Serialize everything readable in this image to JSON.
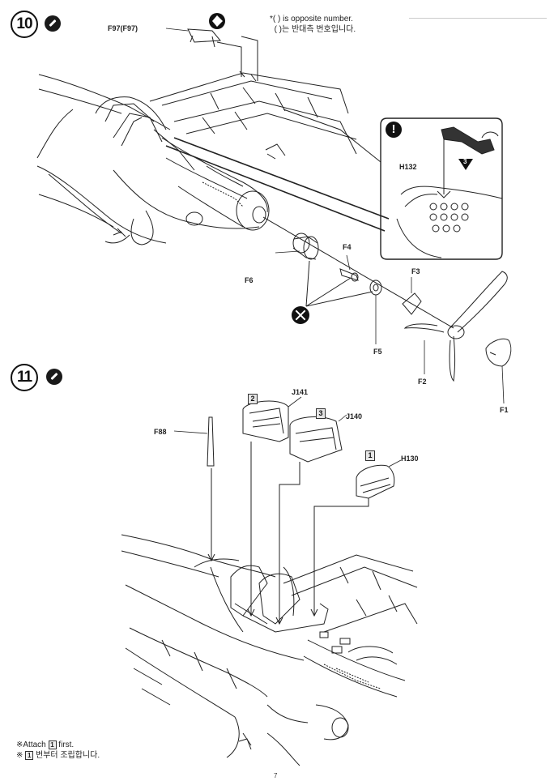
{
  "step10": {
    "number": "10",
    "note_line1": "( ) is opposite number.",
    "note_line1_prefix": "*",
    "note_line2": "( )는 반대측 번호입니다.",
    "parts": {
      "f97": "F97(F97)",
      "h132": "H132",
      "f4": "F4",
      "f3": "F3",
      "f6": "F6",
      "f5": "F5",
      "f2": "F2",
      "f1": "F1"
    },
    "inset_mark": "3"
  },
  "step11": {
    "number": "11",
    "parts": {
      "j141": "J141",
      "j140": "J140",
      "f88": "F88",
      "h130": "H130"
    },
    "order_labels": {
      "j141": "2",
      "j140": "3",
      "h130": "1"
    },
    "note_en_prefix": "※Attach",
    "note_en_box": "1",
    "note_en_suffix": "first.",
    "note_ko_prefix": "※",
    "note_ko_box": "1",
    "note_ko_suffix": "번부터 조립합니다."
  },
  "page_number": "7",
  "icons": {
    "glue": "glue-icon",
    "caution": "caution-icon",
    "no_glue": "no-glue-icon",
    "opposite_side": "opposite-side-icon"
  }
}
